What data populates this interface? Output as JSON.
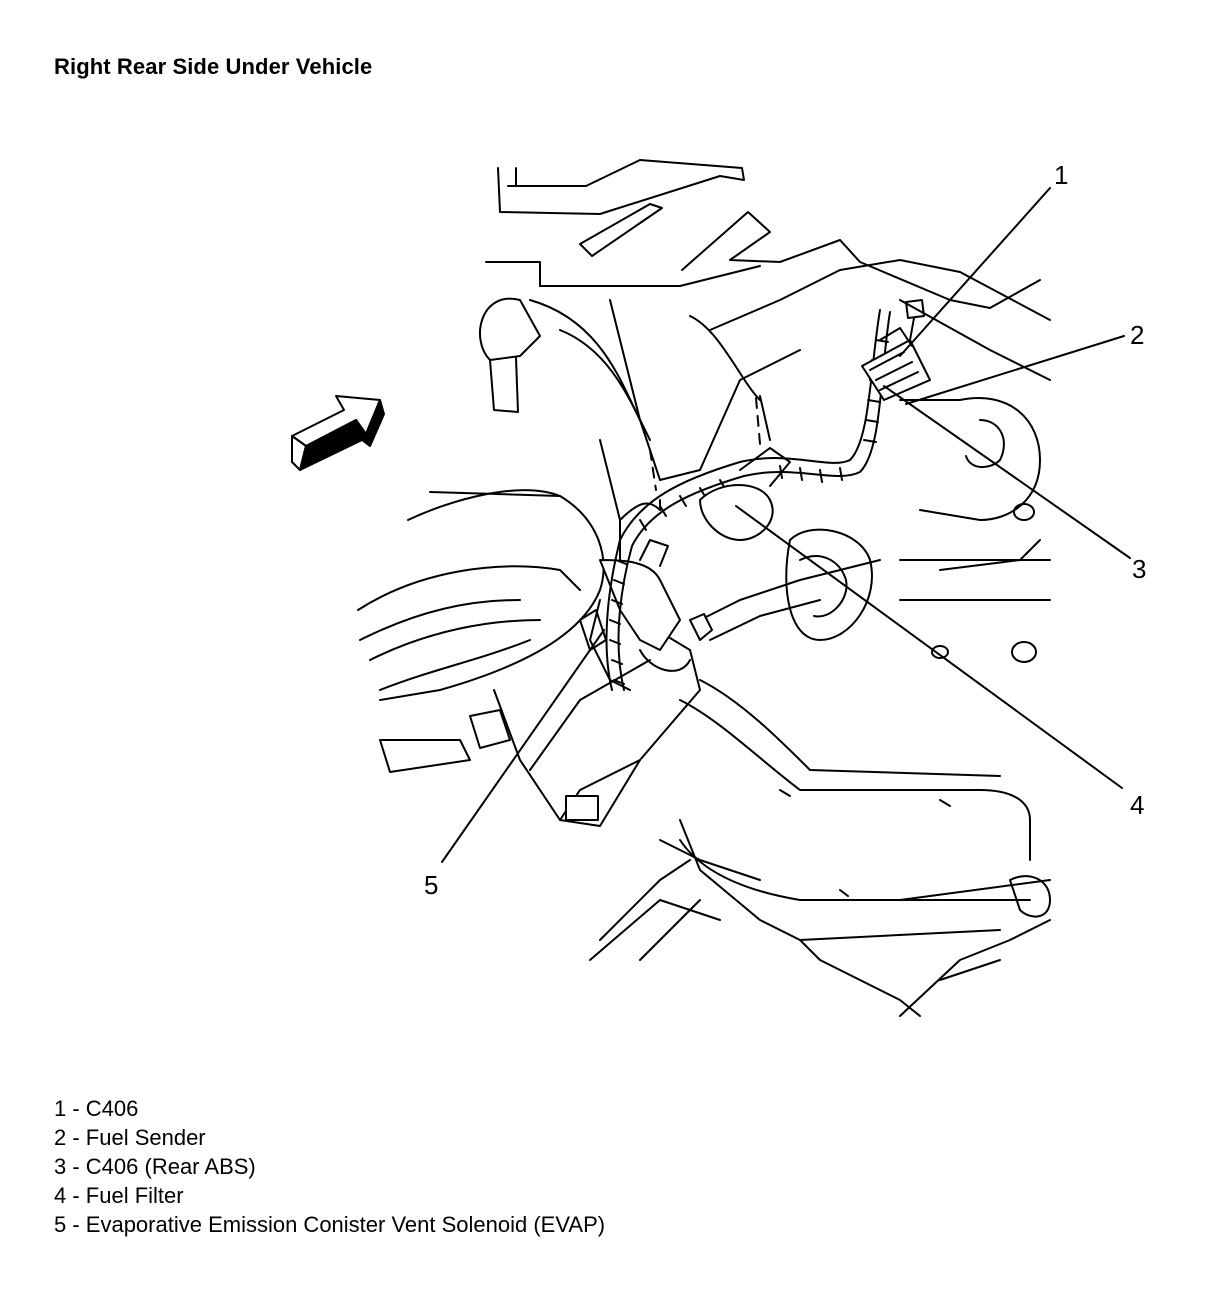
{
  "title": "Right Rear Side Under Vehicle",
  "callouts": [
    "1",
    "2",
    "3",
    "4",
    "5"
  ],
  "legend": [
    "1 - C406",
    "2 - Fuel Sender",
    "3 - C406 (Rear ABS)",
    "4 - Fuel Filter",
    "5 - Evaporative Emission Conister Vent Solenoid (EVAP)"
  ],
  "colors": {
    "line": "#000000",
    "background": "#ffffff"
  },
  "icons": [
    "direction-arrow-icon"
  ]
}
